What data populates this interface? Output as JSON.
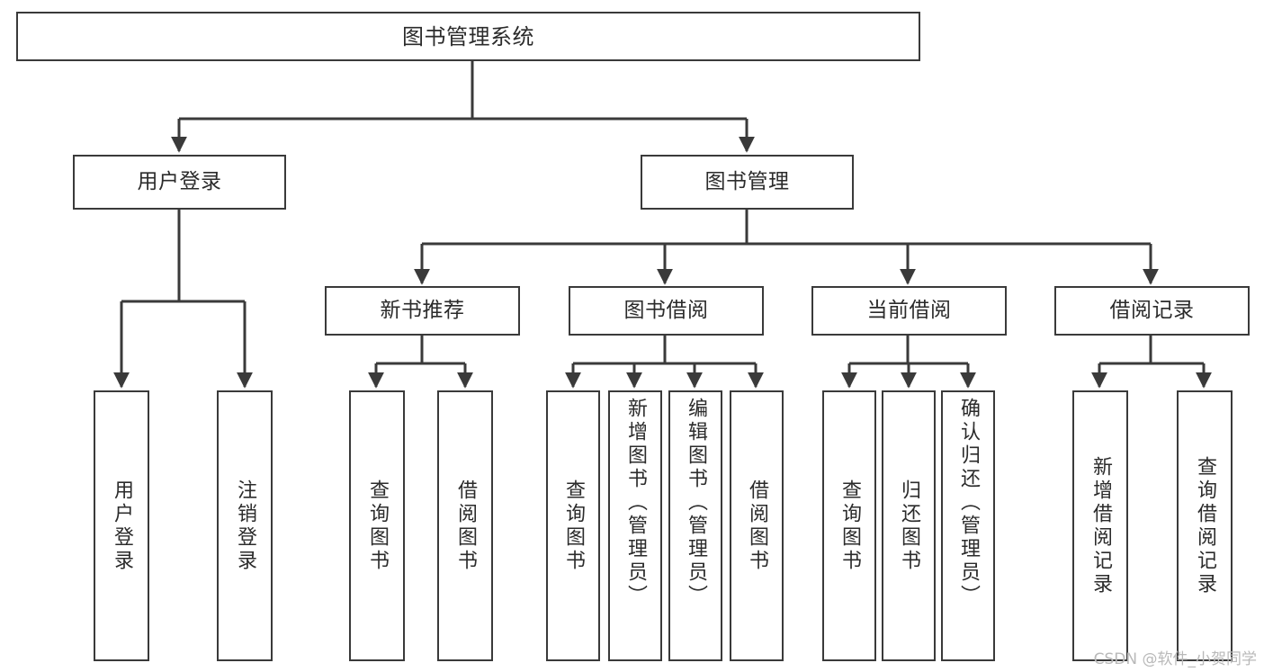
{
  "diagram": {
    "title": "图书管理系统",
    "type": "tree",
    "colors": {
      "background": "#ffffff",
      "box_border": "#3a3a3a",
      "box_fill": "#ffffff",
      "text": "#2b2b2b",
      "connector": "#3a3a3a",
      "watermark": "#b9b9b9"
    },
    "nodes": {
      "root": {
        "label": "图书管理系统"
      },
      "level2": [
        {
          "label": "用户登录"
        },
        {
          "label": "图书管理"
        }
      ],
      "level3": [
        {
          "label": "新书推荐"
        },
        {
          "label": "图书借阅"
        },
        {
          "label": "当前借阅"
        },
        {
          "label": "借阅记录"
        }
      ],
      "leaves": {
        "user_login": [
          {
            "label": "用户登录"
          },
          {
            "label": "注销登录"
          }
        ],
        "new_book_recommend": [
          {
            "label": "查询图书"
          },
          {
            "label": "借阅图书"
          }
        ],
        "book_borrow": [
          {
            "label": "查询图书"
          },
          {
            "label": "新增图书（管理员）"
          },
          {
            "label": "编辑图书（管理员）"
          },
          {
            "label": "借阅图书"
          }
        ],
        "current_borrow": [
          {
            "label": "查询图书"
          },
          {
            "label": "归还图书"
          },
          {
            "label": "确认归还（管理员）"
          }
        ],
        "borrow_record": [
          {
            "label": "新增借阅记录"
          },
          {
            "label": "查询借阅记录"
          }
        ]
      }
    },
    "watermark": "CSDN @软件_小贺同学"
  }
}
